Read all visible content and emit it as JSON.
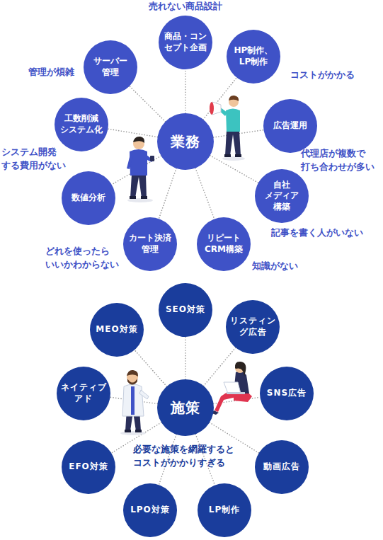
{
  "diagram": {
    "nodes": [
      {
        "text": [
          "業務"
        ]
      },
      {
        "text": [
          "商品・コン セプト企画"
        ]
      },
      {
        "text": [
          "HP制作、 LP制作"
        ]
      },
      {
        "text": [
          "広告運用"
        ]
      },
      {
        "text": [
          "自社 メディア 構築"
        ]
      },
      {
        "text": [
          "リピート CRM構築"
        ]
      },
      {
        "text": [
          "カート決済 管理"
        ]
      },
      {
        "text": [
          "数値分析"
        ]
      },
      {
        "text": [
          "工数削減 システム化"
        ]
      },
      {
        "text": [
          "サーバー 管理"
        ]
      },
      {
        "text": [
          "施策"
        ]
      },
      {
        "text": [
          "SEO対策"
        ]
      },
      {
        "text": [
          "リスティン グ広告"
        ]
      },
      {
        "text": [
          "SNS広告"
        ]
      },
      {
        "text": [
          "動画広告"
        ]
      },
      {
        "text": [
          "LP制作"
        ]
      },
      {
        "text": [
          "LPO対策"
        ]
      },
      {
        "text": [
          "EFO対策"
        ]
      },
      {
        "text": [
          "ネイティブ アド"
        ]
      },
      {
        "text": [
          "MEO対策"
        ]
      }
    ],
    "edges": [
      {
        "from": 0,
        "to": 1,
        "arrow": "none"
      },
      {
        "from": 0,
        "to": 2,
        "arrow": "none"
      },
      {
        "from": 0,
        "to": 3,
        "arrow": "none"
      },
      {
        "from": 0,
        "to": 4,
        "arrow": "none"
      },
      {
        "from": 0,
        "to": 5,
        "arrow": "none"
      },
      {
        "from": 0,
        "to": 6,
        "arrow": "none"
      },
      {
        "from": 0,
        "to": 7,
        "arrow": "none"
      },
      {
        "from": 0,
        "to": 8,
        "arrow": "none"
      },
      {
        "from": 0,
        "to": 9,
        "arrow": "none"
      },
      {
        "from": 10,
        "to": 11,
        "arrow": "none"
      },
      {
        "from": 10,
        "to": 12,
        "arrow": "none"
      },
      {
        "from": 10,
        "to": 13,
        "arrow": "none"
      },
      {
        "from": 10,
        "to": 14,
        "arrow": "none"
      },
      {
        "from": 10,
        "to": 15,
        "arrow": "none"
      },
      {
        "from": 10,
        "to": 16,
        "arrow": "none"
      },
      {
        "from": 10,
        "to": 17,
        "arrow": "none"
      },
      {
        "from": 10,
        "to": 18,
        "arrow": "none"
      },
      {
        "from": 10,
        "to": 19,
        "arrow": "none"
      }
    ],
    "labels": [
      "売れない商品設計",
      "コストがかかる",
      "代理店が複数で 打ち合わせが多い",
      "記事を書く人がいない",
      "知識がない",
      "どれを使ったら いいかわからない",
      "システム開発 する費用がない",
      "管理が煩雑",
      "必要な施策を網羅すると コストがかかりすぎる"
    ]
  }
}
